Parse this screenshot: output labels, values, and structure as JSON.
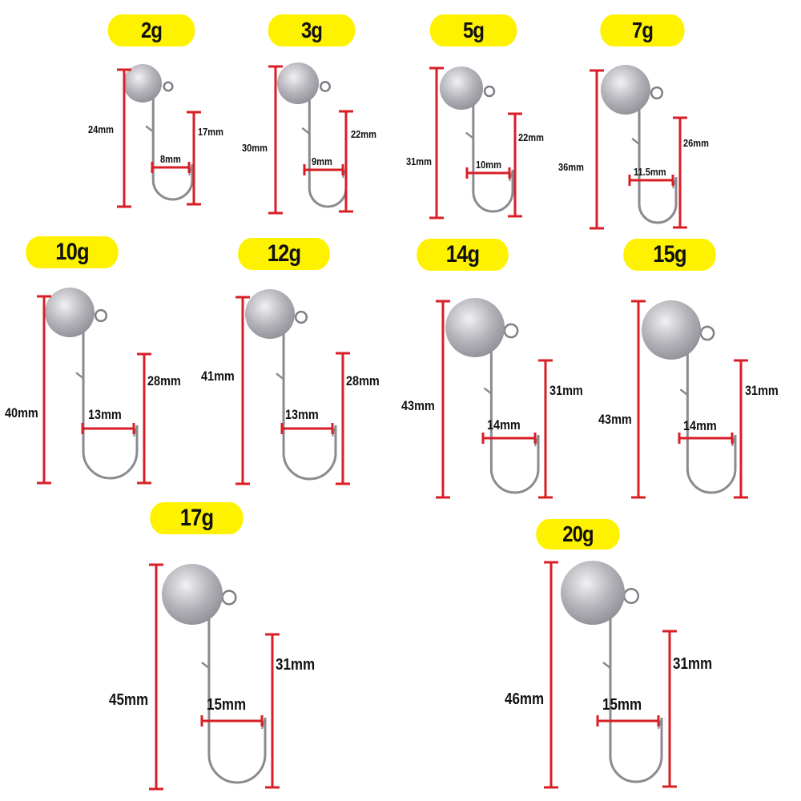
{
  "colors": {
    "badge": "#fff200",
    "dimension_line": "#d91e26",
    "text": "#111111",
    "jig_metal": "#b8b8bc"
  },
  "jig_heads": [
    {
      "weight": "2g",
      "total_length": "24mm",
      "shank_length": "17mm",
      "gap": "8mm"
    },
    {
      "weight": "3g",
      "total_length": "30mm",
      "shank_length": "22mm",
      "gap": "9mm"
    },
    {
      "weight": "5g",
      "total_length": "31mm",
      "shank_length": "22mm",
      "gap": "10mm"
    },
    {
      "weight": "7g",
      "total_length": "36mm",
      "shank_length": "26mm",
      "gap": "11.5mm"
    },
    {
      "weight": "10g",
      "total_length": "40mm",
      "shank_length": "28mm",
      "gap": "13mm"
    },
    {
      "weight": "12g",
      "total_length": "41mm",
      "shank_length": "28mm",
      "gap": "13mm"
    },
    {
      "weight": "14g",
      "total_length": "43mm",
      "shank_length": "31mm",
      "gap": "14mm"
    },
    {
      "weight": "15g",
      "total_length": "43mm",
      "shank_length": "31mm",
      "gap": "14mm"
    },
    {
      "weight": "17g",
      "total_length": "45mm",
      "shank_length": "31mm",
      "gap": "15mm"
    },
    {
      "weight": "20g",
      "total_length": "46mm",
      "shank_length": "31mm",
      "gap": "15mm"
    }
  ]
}
